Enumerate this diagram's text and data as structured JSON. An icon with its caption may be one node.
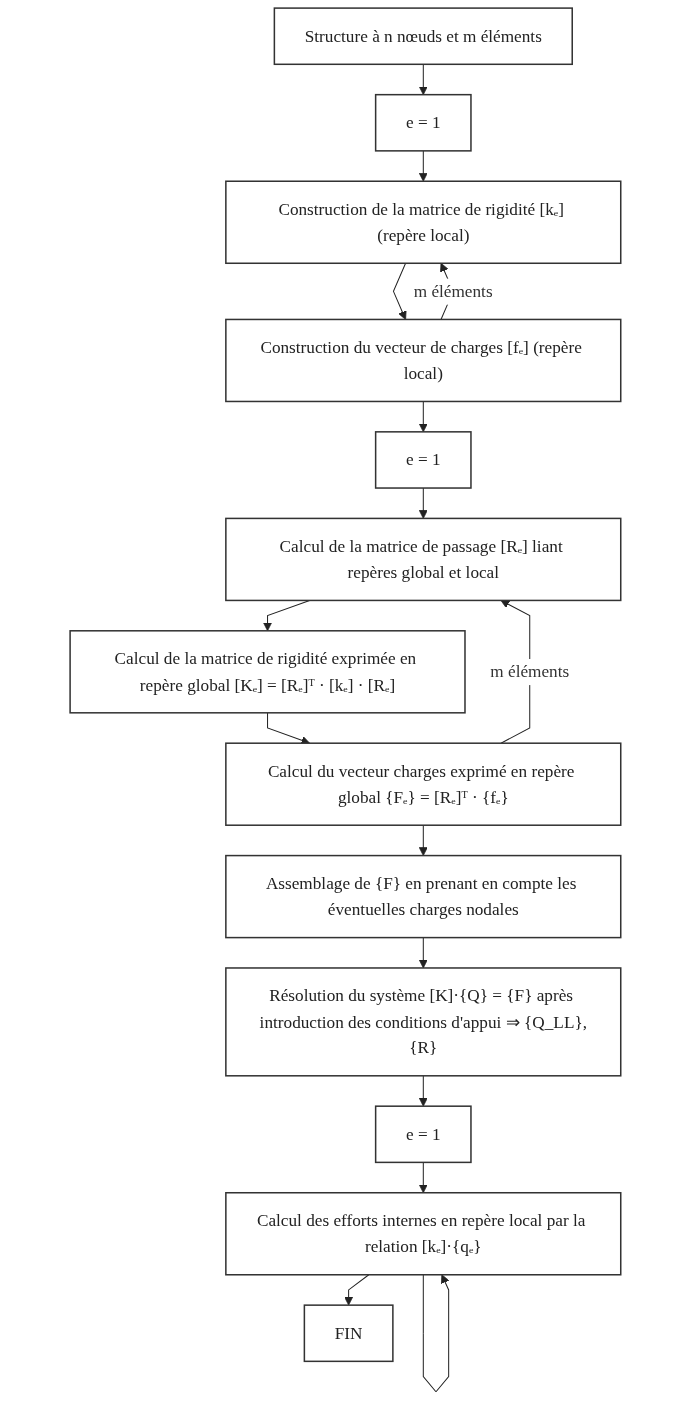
{
  "diagram": {
    "nodes": [
      {
        "text": [
          "Structure à n nœuds et m éléments"
        ]
      },
      {
        "text": [
          "e = 1"
        ]
      },
      {
        "text": [
          "Construction de la matrice de rigidité [kₑ] (repère local)"
        ]
      },
      {
        "text": [
          "Construction du vecteur de charges [fₑ] (repère local)"
        ]
      },
      {
        "text": [
          "e = 1"
        ]
      },
      {
        "text": [
          "Calcul de la matrice de passage [Rₑ] liant repères global et local"
        ]
      },
      {
        "text": [
          "Calcul de la matrice de rigidité exprimée en repère global [Kₑ] = [Rₑ]ᵀ · [kₑ] · [Rₑ]"
        ]
      },
      {
        "text": [
          "Calcul du vecteur charges exprimé en repère global {Fₑ} = [Rₑ]ᵀ · {fₑ}"
        ]
      },
      {
        "text": [
          "Assemblage de {F} en prenant en compte les éventuelles charges nodales"
        ]
      },
      {
        "text": [
          "Résolution du système [K]·{Q} = {F} après introduction des conditions d'appui ⇒ {Q_LL},{R}"
        ]
      },
      {
        "text": [
          "e = 1"
        ]
      },
      {
        "text": [
          "Calcul des efforts internes en repère local par la relation [kₑ]·{qₑ}"
        ]
      },
      {
        "text": [
          "FIN"
        ]
      }
    ],
    "edges": [
      {
        "from": 0,
        "to": 1,
        "arrow": "to"
      },
      {
        "from": 1,
        "to": 2,
        "arrow": "to"
      },
      {
        "from": 2,
        "to": 3,
        "arrow": "to"
      },
      {
        "from": 3,
        "to": 2,
        "arrow": "to",
        "label": "m éléments"
      },
      {
        "from": 3,
        "to": 4,
        "arrow": "to"
      },
      {
        "from": 4,
        "to": 5,
        "arrow": "to"
      },
      {
        "from": 5,
        "to": 6,
        "arrow": "to"
      },
      {
        "from": 6,
        "to": 7,
        "arrow": "to"
      },
      {
        "from": 7,
        "to": 5,
        "arrow": "to",
        "label": "m éléments"
      },
      {
        "from": 7,
        "to": 8,
        "arrow": "to"
      },
      {
        "from": 8,
        "to": 9,
        "arrow": "to"
      },
      {
        "from": 9,
        "to": 10,
        "arrow": "to"
      },
      {
        "from": 10,
        "to": 11,
        "arrow": "to"
      },
      {
        "from": 11,
        "to": 11,
        "arrow": "to"
      },
      {
        "from": 11,
        "to": 12,
        "arrow": "to"
      }
    ]
  }
}
